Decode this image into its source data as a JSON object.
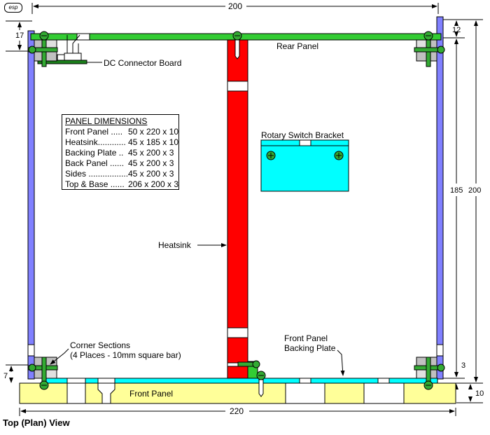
{
  "logo": "esp",
  "dimensions": {
    "top_width": "200",
    "bottom_width": "220",
    "left_17": "17",
    "left_7": "7",
    "right_12": "12",
    "right_185": "185",
    "right_200": "200",
    "right_3": "3",
    "right_10": "10"
  },
  "labels": {
    "rear_panel": "Rear Panel",
    "dc_connector": "DC Connector Board",
    "rotary_bracket": "Rotary Switch Bracket",
    "heatsink": "Heatsink",
    "corner_sections": "Corner Sections",
    "corner_sections_2": "(4 Places - 10mm square bar)",
    "front_backing_1": "Front Panel",
    "front_backing_2": "Backing Plate",
    "front_panel": "Front Panel",
    "view_title": "Top (Plan) View"
  },
  "panel_dimensions": {
    "title": "PANEL DIMENSIONS",
    "rows": [
      {
        "name": "Front Panel .....",
        "value": "50 x 220 x 10"
      },
      {
        "name": "Heatsink............",
        "value": "45 x 185 x 10"
      },
      {
        "name": "Backing Plate ..",
        "value": "45 x 200 x 3"
      },
      {
        "name": "Back Panel ......",
        "value": "45 x 200 x 3"
      },
      {
        "name": "Sides .................",
        "value": "45 x 200 x 3"
      },
      {
        "name": "Top & Base ......",
        "value": "206 x 200 x 3"
      }
    ]
  },
  "colors": {
    "rear_panel": "#33cc33",
    "side_panel": "#8080ff",
    "heatsink": "#ff0000",
    "bracket": "#00ffff",
    "front_panel": "#ffff99",
    "corner": "#c0c0c0",
    "screw": "#33aa33"
  }
}
